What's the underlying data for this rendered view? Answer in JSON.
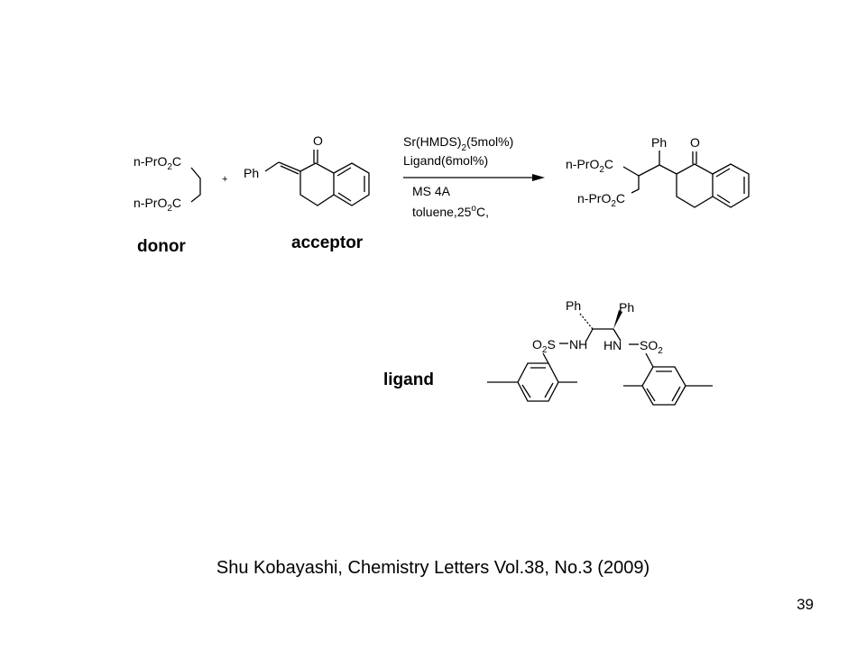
{
  "reaction": {
    "donor_group_1": "n-PrO",
    "donor_group_2": "n-PrO",
    "ester_sub": "2",
    "ester_c": "C",
    "plus": "+",
    "phenyl": "Ph",
    "oxygen": "O",
    "conditions": {
      "line1_a": "Sr(HMDS)",
      "line1_sub": "2",
      "line1_b": "(5mol%)",
      "line2": "Ligand(6mol%)",
      "line3": "MS 4A",
      "line4_a": "toluene,25",
      "line4_deg": "o",
      "line4_b": "C,"
    }
  },
  "labels": {
    "donor": "donor",
    "acceptor": "acceptor",
    "ligand": "ligand"
  },
  "ligand": {
    "ph_left": "Ph",
    "ph_right": "Ph",
    "o2s_o": "O",
    "o2s_sub": "2",
    "o2s_s": "S",
    "nh_left": "NH",
    "hn_right": "HN",
    "so2_s": "SO",
    "so2_sub": "2"
  },
  "citation": "Shu Kobayashi, Chemistry Letters Vol.38, No.3 (2009)",
  "page_number": "39"
}
